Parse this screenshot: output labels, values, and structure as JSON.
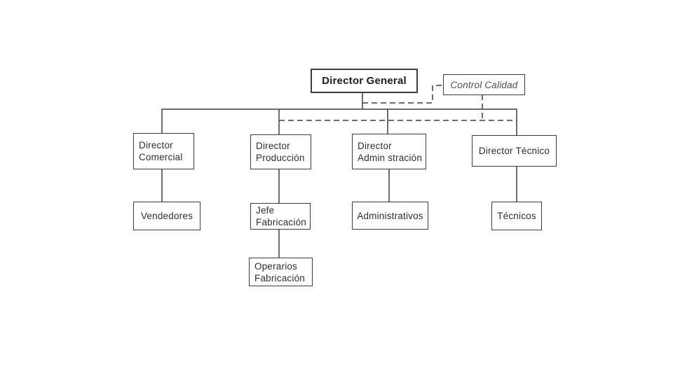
{
  "diagram": {
    "type": "org-chart",
    "background_color": "#ffffff",
    "line_color": "#3d3d3d",
    "nodes": {
      "director_general": {
        "label": "Director General"
      },
      "control_calidad": {
        "label": "Control Calidad"
      },
      "director_comercial": {
        "line1": "Director",
        "line2": "Comercial"
      },
      "director_produccion": {
        "line1": "Director",
        "line2": "Producción"
      },
      "director_administracion": {
        "line1": "Director",
        "line2": "Admin stración"
      },
      "director_tecnico": {
        "label": "Director Técnico"
      },
      "vendedores": {
        "label": "Vendedores"
      },
      "jefe_fabricacion": {
        "line1": "Jefe",
        "line2": "Fabricación"
      },
      "administrativos": {
        "label": "Administrativos"
      },
      "tecnicos": {
        "label": "Técnicos"
      },
      "operarios_fabricacion": {
        "line1": "Operarios",
        "line2": "Fabricación"
      }
    },
    "edges": [
      {
        "from": "director_general",
        "to": "director_comercial",
        "style": "solid"
      },
      {
        "from": "director_general",
        "to": "director_produccion",
        "style": "solid"
      },
      {
        "from": "director_general",
        "to": "director_administracion",
        "style": "solid"
      },
      {
        "from": "director_general",
        "to": "director_tecnico",
        "style": "solid"
      },
      {
        "from": "director_comercial",
        "to": "vendedores",
        "style": "solid"
      },
      {
        "from": "director_produccion",
        "to": "jefe_fabricacion",
        "style": "solid"
      },
      {
        "from": "jefe_fabricacion",
        "to": "operarios_fabricacion",
        "style": "solid"
      },
      {
        "from": "director_administracion",
        "to": "administrativos",
        "style": "solid"
      },
      {
        "from": "director_tecnico",
        "to": "tecnicos",
        "style": "solid"
      },
      {
        "from": "director_general",
        "to": "control_calidad",
        "style": "dashed"
      },
      {
        "from": "control_calidad",
        "to": "director_produccion",
        "style": "dashed"
      },
      {
        "from": "control_calidad",
        "to": "director_administracion",
        "style": "dashed"
      },
      {
        "from": "control_calidad",
        "to": "director_tecnico",
        "style": "dashed"
      }
    ]
  }
}
